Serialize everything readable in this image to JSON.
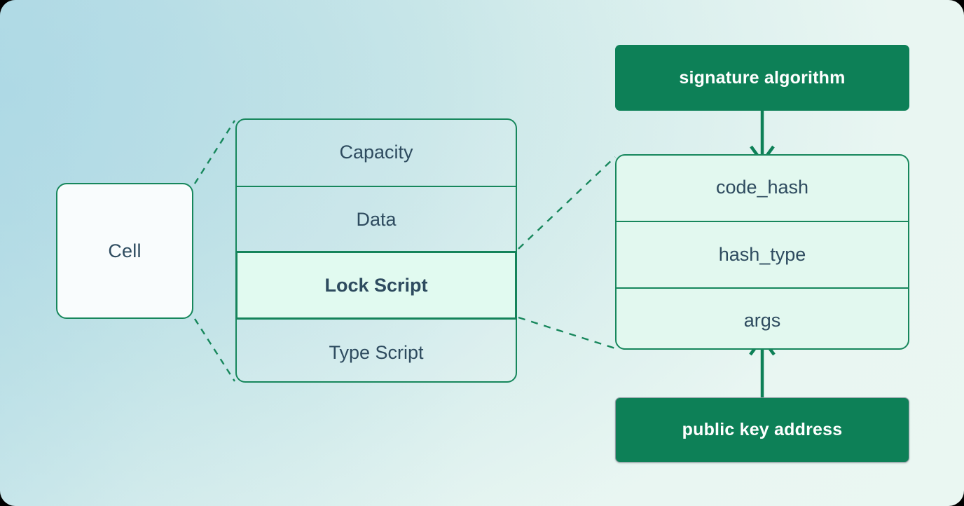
{
  "diagram": {
    "title_free_text": "",
    "colors": {
      "accent_green": "#0d8057",
      "border_green": "#17875c",
      "text_slate": "#2e4b5f",
      "highlight_fill": "#e1faf0",
      "right_panel_fill": "#e2f8ef",
      "cell_fill": "#f9fcfd",
      "bg_left": "#b2dbe6",
      "bg_right": "#eaf7f2"
    },
    "cell": {
      "label": "Cell"
    },
    "cell_fields": {
      "rows": [
        {
          "label": "Capacity",
          "highlighted": false
        },
        {
          "label": "Data",
          "highlighted": false
        },
        {
          "label": "Lock Script",
          "highlighted": true
        },
        {
          "label": "Type Script",
          "highlighted": false
        }
      ]
    },
    "script_fields": {
      "rows": [
        {
          "label": "code_hash"
        },
        {
          "label": "hash_type"
        },
        {
          "label": "args"
        }
      ]
    },
    "annotations": {
      "top": "signature algorithm",
      "bottom": "public key address"
    },
    "connectors": [
      {
        "name": "cell-to-fields-top",
        "style": "dashed",
        "from": "Cell top-right",
        "to": "cell fields top-left"
      },
      {
        "name": "cell-to-fields-bottom",
        "style": "dashed",
        "from": "Cell bottom-right",
        "to": "cell fields bottom-left"
      },
      {
        "name": "lock-to-script-top",
        "style": "dashed",
        "from": "Lock Script top-right",
        "to": "script fields top-left"
      },
      {
        "name": "lock-to-script-bottom",
        "style": "dashed",
        "from": "Lock Script bottom-right",
        "to": "script fields bottom-left"
      },
      {
        "name": "signature-algorithm-to-code-hash",
        "style": "solid-arrow",
        "direction": "down"
      },
      {
        "name": "public-key-address-to-args",
        "style": "solid-arrow",
        "direction": "up"
      }
    ]
  }
}
